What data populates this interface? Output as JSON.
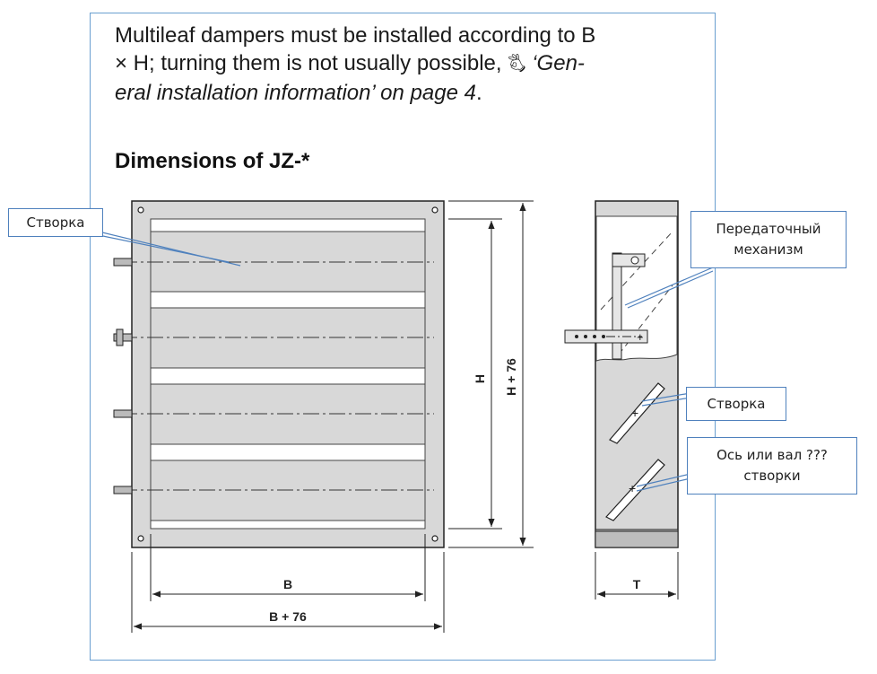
{
  "intro": {
    "line1": "Multileaf dampers must be installed according to B",
    "line2_plain": "× H; turning them is not usually possible, ",
    "arrow_glyph": "🖏",
    "line2_italic": " ‘Gen-",
    "line3_italic": "eral installation information’  on page 4",
    "line3_end": "."
  },
  "heading": "Dimensions of JZ-*",
  "dimensions": {
    "h": "H",
    "h76": "H + 76",
    "b": "B",
    "b76": "B + 76",
    "t": "T"
  },
  "callouts": {
    "leaf_front": "Створка",
    "transmission_line1": "Передаточный",
    "transmission_line2": "механизм",
    "leaf_side": "Створка",
    "axis_line1": "Ось или вал ???",
    "axis_line2": "створки"
  },
  "colors": {
    "frame_border": "#6a9fd0",
    "callout_border": "#4f81bd",
    "damper_fill": "#d8d8d8",
    "slot_fill": "#ffffff",
    "line": "#222222"
  }
}
